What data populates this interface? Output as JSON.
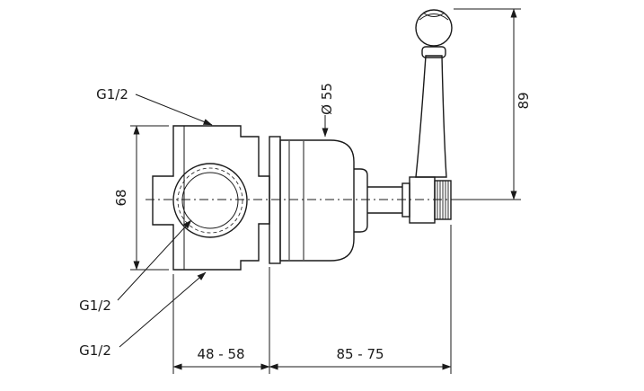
{
  "drawing": {
    "type": "technical-dimension-drawing",
    "subject": "concealed wall-mounted mixer valve with lever handle, side elevation",
    "labels": {
      "port_top": "G1/2",
      "port_front": "G1/2",
      "port_bottom": "G1/2"
    },
    "dimensions": {
      "body_height": "68",
      "escutcheon_diameter": "Ø 55",
      "handle_height": "89",
      "installation_depth_range": "48 - 58",
      "trim_projection_range": "85 - 75"
    },
    "colors": {
      "line": "#1a1a1a",
      "background": "#ffffff"
    }
  }
}
